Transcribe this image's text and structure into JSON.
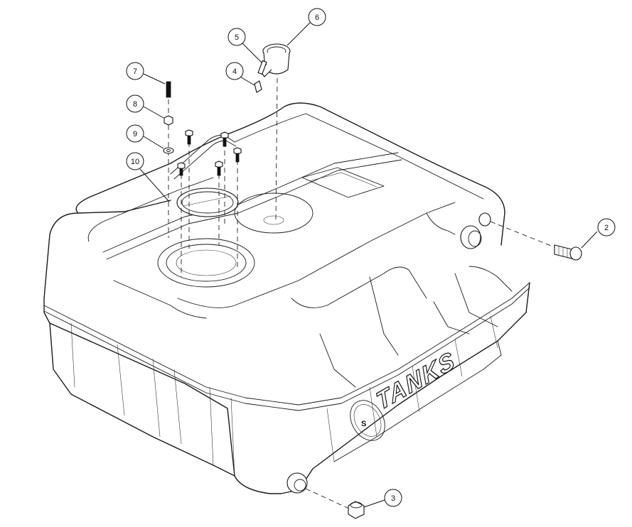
{
  "callouts": [
    {
      "id": "1",
      "label": "2"
    },
    {
      "id": "2",
      "label": "3"
    },
    {
      "id": "3",
      "label": "4"
    },
    {
      "id": "4",
      "label": "5"
    },
    {
      "id": "5",
      "label": "6"
    },
    {
      "id": "6",
      "label": "7"
    },
    {
      "id": "7",
      "label": "8"
    },
    {
      "id": "8",
      "label": "9"
    },
    {
      "id": "9",
      "label": "10"
    }
  ],
  "branding": {
    "wordmark": "TANKS",
    "logo_letters": "S"
  },
  "colors": {
    "line": "#1a1a1a",
    "background": "#ffffff"
  }
}
